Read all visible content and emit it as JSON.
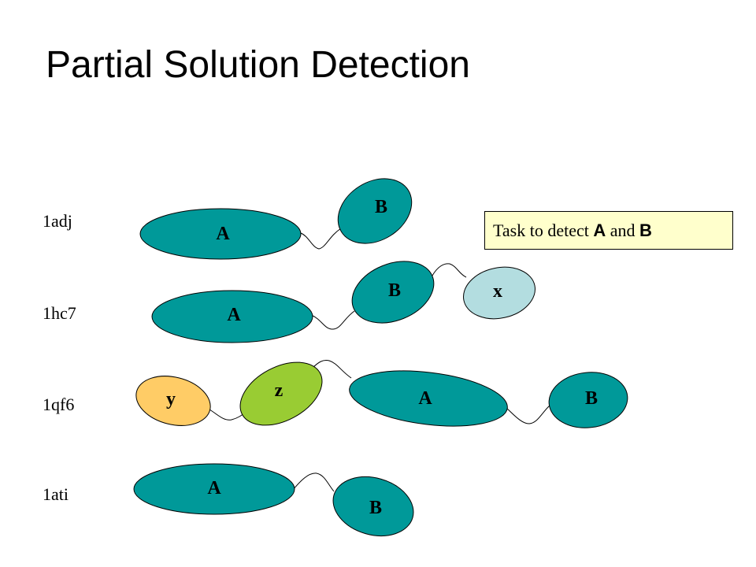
{
  "slide": {
    "title": "Partial Solution Detection"
  },
  "rows": [
    {
      "label": "1adj",
      "domains": {
        "A": "A",
        "B": "B"
      }
    },
    {
      "label": "1hc7",
      "domains": {
        "A": "A",
        "B": "B",
        "x": "x"
      }
    },
    {
      "label": "1qf6",
      "domains": {
        "y": "y",
        "z": "z",
        "A": "A",
        "B": "B"
      }
    },
    {
      "label": "1ati",
      "domains": {
        "A": "A",
        "B": "B"
      }
    }
  ],
  "task_note": {
    "prefix": "Task to detect ",
    "domain_a": "A",
    "conjunction": " and ",
    "domain_b": "B"
  },
  "colors": {
    "teal": "#009999",
    "light_blue": "#b3dde0",
    "orange": "#ffcc66",
    "green": "#99cc33",
    "note_background": "#ffffcc"
  }
}
